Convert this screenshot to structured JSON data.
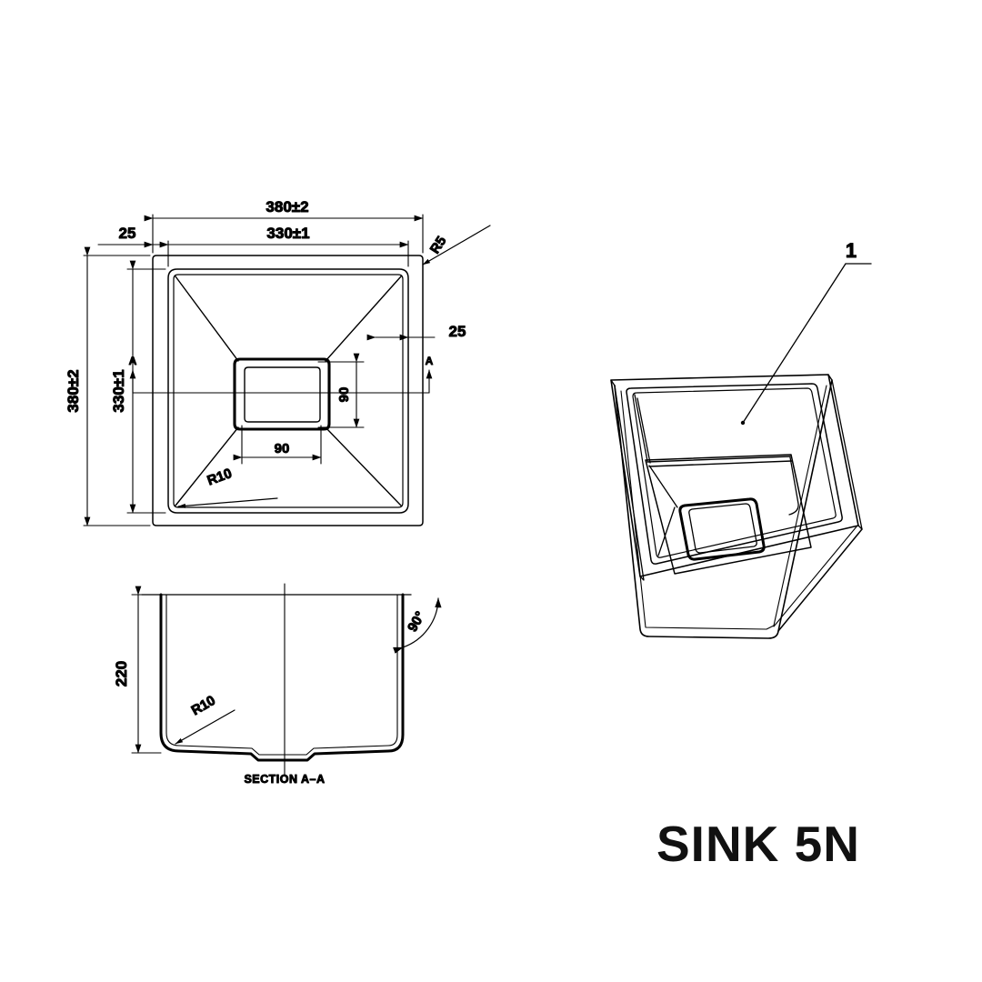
{
  "drawing": {
    "title": "SINK 5N",
    "views": {
      "top": {
        "name": "top-view",
        "dimensions": {
          "overall_width": "380±2",
          "overall_height": "380±2",
          "bowl_width": "330±1",
          "bowl_height": "330±1",
          "rim_left": "25",
          "rim_right": "25",
          "corner_radius_outer": "R5",
          "corner_radius_bowl": "R10",
          "drain_width": "90",
          "drain_height": "90"
        },
        "section_marks": {
          "left": "A",
          "right": "A"
        }
      },
      "section": {
        "name": "section-view",
        "caption": "SECTION A–A",
        "dimensions": {
          "depth": "220",
          "bottom_radius": "R10",
          "wall_angle": "90°"
        }
      },
      "iso": {
        "name": "isometric-view",
        "balloon": "1"
      }
    },
    "colors": {
      "line": "#000000",
      "background": "#ffffff",
      "title": "#111111"
    }
  }
}
